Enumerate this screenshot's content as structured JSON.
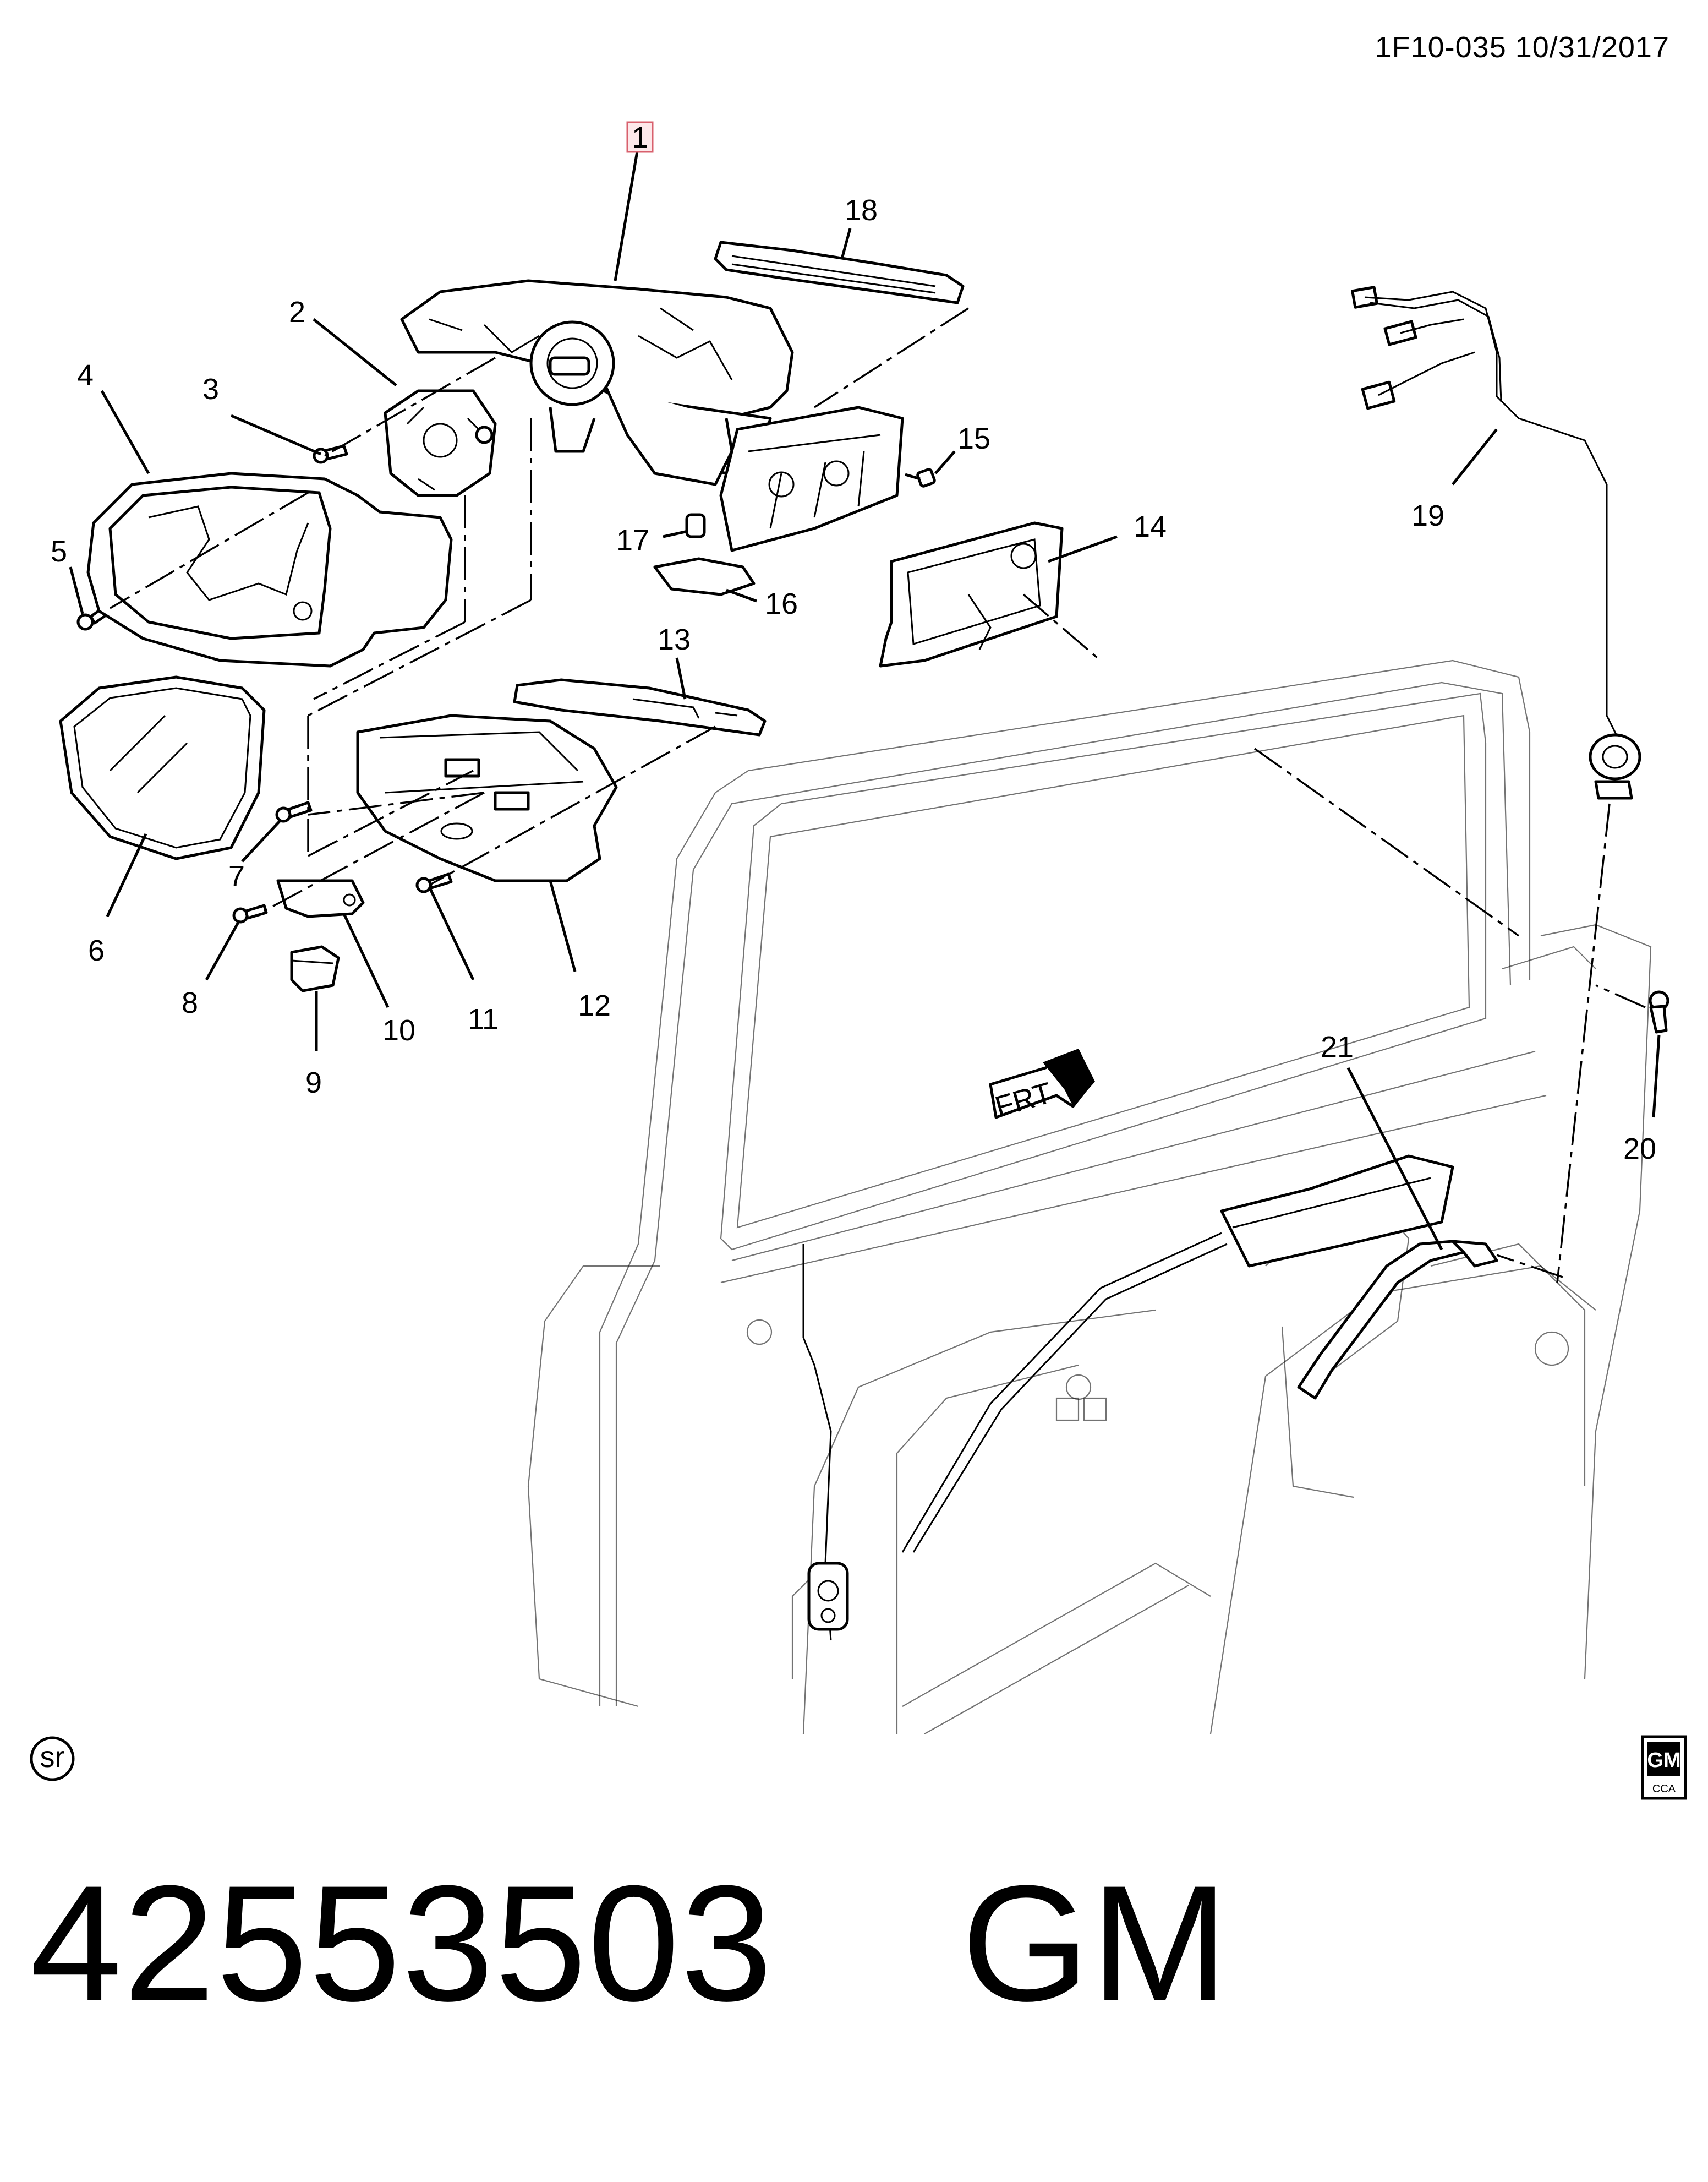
{
  "header": {
    "ref": "1F10-035  10/31/2017"
  },
  "callouts": {
    "c1": "1",
    "c2": "2",
    "c3": "3",
    "c4": "4",
    "c5": "5",
    "c6": "6",
    "c7": "7",
    "c8": "8",
    "c9": "9",
    "c10": "10",
    "c11": "11",
    "c12": "12",
    "c13": "13",
    "c14": "14",
    "c15": "15",
    "c16": "16",
    "c17": "17",
    "c18": "18",
    "c19": "19",
    "c20": "20",
    "c21": "21"
  },
  "direction_marker": "FRT",
  "symbols": {
    "sr": "sr",
    "gm_logo": "GM",
    "gm_sub": "CCA"
  },
  "part_number": "42553503    GM"
}
